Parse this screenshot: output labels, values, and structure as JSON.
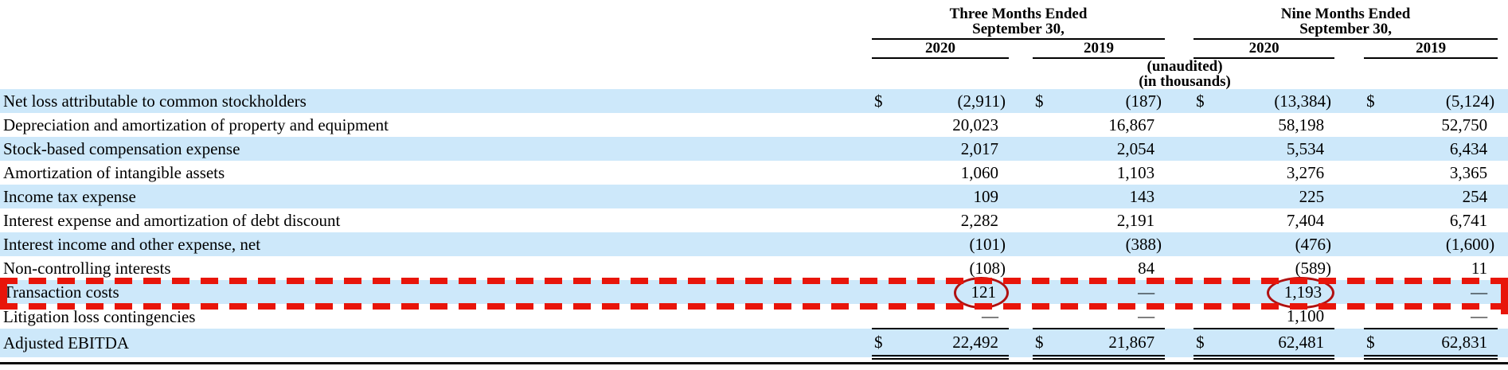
{
  "header": {
    "currency_symbol": "$",
    "col_groups": [
      {
        "title_line1": "Three Months Ended",
        "title_line2": "September 30,",
        "years": [
          "2020",
          "2019"
        ]
      },
      {
        "title_line1": "Nine Months Ended",
        "title_line2": "September 30,",
        "years": [
          "2020",
          "2019"
        ]
      }
    ],
    "note_line1": "(unaudited)",
    "note_line2": "(in thousands)"
  },
  "table": {
    "rows": [
      {
        "label": "Net loss attributable to common stockholders",
        "dollar": true,
        "values": [
          "(2,911)",
          "(187)",
          "(13,384)",
          "(5,124)"
        ]
      },
      {
        "label": "Depreciation and amortization of property and equipment",
        "values": [
          "20,023",
          "16,867",
          "58,198",
          "52,750"
        ]
      },
      {
        "label": "Stock-based compensation expense",
        "values": [
          "2,017",
          "2,054",
          "5,534",
          "6,434"
        ]
      },
      {
        "label": "Amortization of intangible assets",
        "values": [
          "1,060",
          "1,103",
          "3,276",
          "3,365"
        ]
      },
      {
        "label": "Income tax expense",
        "values": [
          "109",
          "143",
          "225",
          "254"
        ]
      },
      {
        "label": "Interest expense and amortization of debt discount",
        "values": [
          "2,282",
          "2,191",
          "7,404",
          "6,741"
        ]
      },
      {
        "label": "Interest income and other expense, net",
        "values": [
          "(101)",
          "(388)",
          "(476)",
          "(1,600)"
        ]
      },
      {
        "label": "Non-controlling interests",
        "values": [
          "(108)",
          "84",
          "(589)",
          "11"
        ]
      },
      {
        "label": "Transaction costs",
        "values": [
          "121",
          "—",
          "1,193",
          "—"
        ]
      },
      {
        "label": "Litigation loss contingencies",
        "values": [
          "—",
          "—",
          "1,100",
          "—"
        ]
      },
      {
        "label": "Adjusted EBITDA",
        "dollar": true,
        "values": [
          "22,492",
          "21,867",
          "62,481",
          "62,831"
        ]
      }
    ]
  },
  "annotations": {
    "highlighted_row_label": "Transaction costs",
    "circled_values": [
      "121",
      "1,193"
    ],
    "colors": {
      "row_shade": "#cde8fa",
      "dash_red": "#e8150a",
      "oval_red": "#b01111"
    }
  }
}
